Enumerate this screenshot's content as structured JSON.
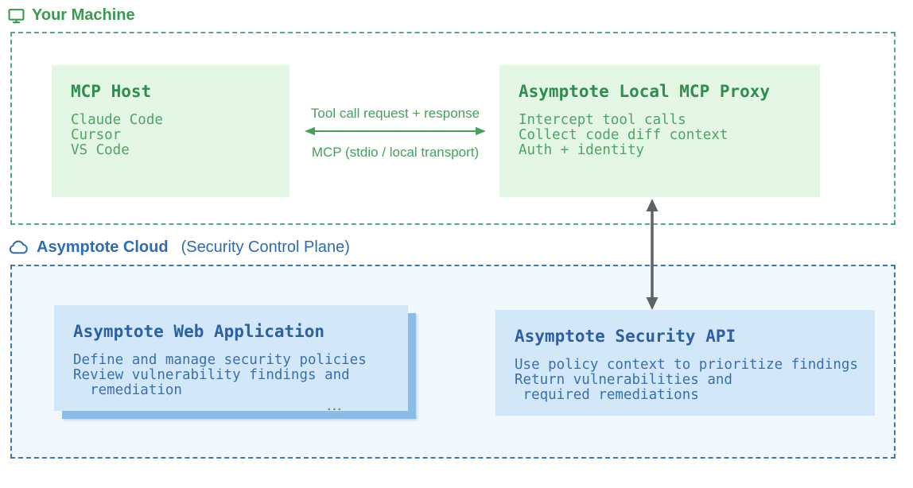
{
  "machine_section": {
    "label": "Your Machine",
    "host_box": {
      "title": "MCP Host",
      "lines": "Claude Code\nCursor\nVS Code"
    },
    "proxy_box": {
      "title": "Asymptote Local MCP Proxy",
      "lines": "Intercept tool calls\nCollect code diff context\nAuth + identity"
    },
    "arrow": {
      "label_top": "Tool call request + response",
      "label_bottom": "MCP (stdio / local transport)"
    }
  },
  "cloud_section": {
    "label_bold": "Asymptote Cloud",
    "label_sub": "(Security Control Plane)",
    "webapp_box": {
      "title": "Asymptote Web Application",
      "lines": "Define and manage security policies\nReview vulnerability findings and\n  remediation",
      "more_indicator": "..."
    },
    "api_box": {
      "title": "Asymptote Security API",
      "lines": "Use policy context to prioritize findings\nReturn vulnerabilities and\n required remediations"
    }
  },
  "colors": {
    "green-header": "#3a9a50",
    "teal-dash": "#54a498",
    "green-fill": "#e3f7e4",
    "green-title": "#2f8d50",
    "green-body": "#4ea367",
    "green-accent": "#44a05c",
    "blue-header": "#2d6cb3",
    "blue-dash": "#3b76ba",
    "cloud-fill": "#f2f9fd",
    "blue-fill": "#d2e8f9",
    "stack-blue": "#8bbce8",
    "blue-title": "#2c5fa4",
    "blue-body": "#3a6fae",
    "arrow-gray": "#5d6266",
    "dots-gray": "#7e8387"
  }
}
